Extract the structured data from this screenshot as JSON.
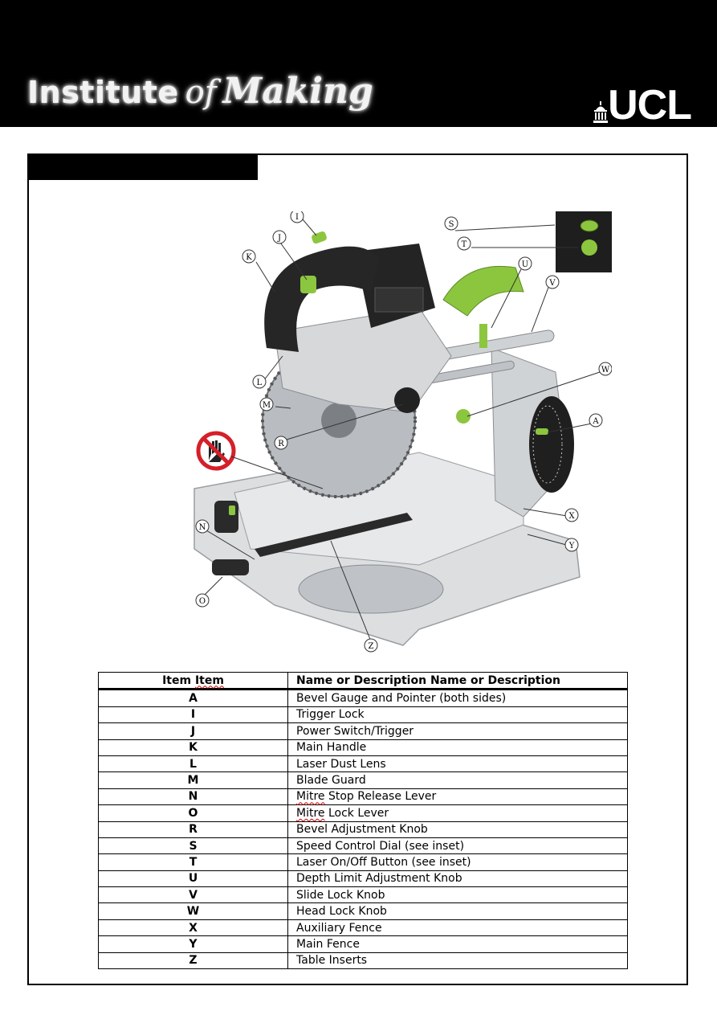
{
  "header": {
    "brand_part1": "Institute",
    "brand_part2": "of",
    "brand_part3": "Making",
    "university": "UCL"
  },
  "diagram": {
    "callouts": [
      "I",
      "S",
      "T",
      "J",
      "K",
      "U",
      "V",
      "W",
      "L",
      "M",
      "A",
      "R",
      "X",
      "N",
      "Y",
      "O",
      "Z"
    ]
  },
  "table": {
    "headers": {
      "item": "Item Item",
      "name": "Name or Description Name or Description"
    },
    "rows": [
      {
        "item": "A",
        "name": "Bevel Gauge and Pointer (both sides)"
      },
      {
        "item": "I",
        "name": "Trigger Lock"
      },
      {
        "item": "J",
        "name": "Power Switch/Trigger"
      },
      {
        "item": "K",
        "name": "Main Handle"
      },
      {
        "item": "L",
        "name": "Laser Dust Lens"
      },
      {
        "item": "M",
        "name": "Blade Guard"
      },
      {
        "item": "N",
        "name": "Mitre Stop Release Lever"
      },
      {
        "item": "O",
        "name": "Mitre Lock Lever"
      },
      {
        "item": "R",
        "name": "Bevel Adjustment Knob"
      },
      {
        "item": "S",
        "name": "Speed Control Dial (see inset)"
      },
      {
        "item": "T",
        "name": "Laser On/Off Button (see inset)"
      },
      {
        "item": "U",
        "name": "Depth Limit Adjustment Knob"
      },
      {
        "item": "V",
        "name": "Slide Lock Knob"
      },
      {
        "item": "W",
        "name": "Head Lock Knob"
      },
      {
        "item": "X",
        "name": "Auxiliary Fence"
      },
      {
        "item": "Y",
        "name": "Main Fence"
      },
      {
        "item": "Z",
        "name": "Table Inserts"
      }
    ]
  },
  "colors": {
    "tool_green": "#8cc63f",
    "tool_dark": "#262626",
    "tool_silver": "#d6d8da",
    "prohibit_red": "#d4202a"
  }
}
